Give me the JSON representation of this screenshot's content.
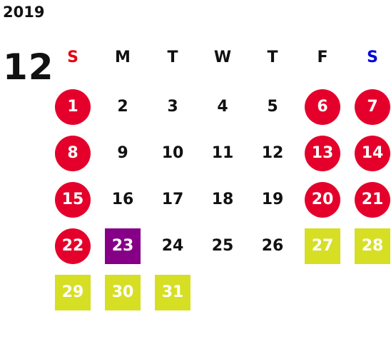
{
  "calendar": {
    "year": "2019",
    "month": "12",
    "weekdays": [
      {
        "label": "S",
        "color": "#e60012"
      },
      {
        "label": "M",
        "color": "#111111"
      },
      {
        "label": "T",
        "color": "#111111"
      },
      {
        "label": "W",
        "color": "#111111"
      },
      {
        "label": "T",
        "color": "#111111"
      },
      {
        "label": "F",
        "color": "#111111"
      },
      {
        "label": "S",
        "color": "#0000dd"
      }
    ],
    "colors": {
      "holiday": "#e4002b",
      "selected": "#860087",
      "highlight": "#d6df23"
    },
    "days": [
      {
        "day": "1",
        "style": "holiday"
      },
      {
        "day": "2",
        "style": "normal"
      },
      {
        "day": "3",
        "style": "normal"
      },
      {
        "day": "4",
        "style": "normal"
      },
      {
        "day": "5",
        "style": "normal"
      },
      {
        "day": "6",
        "style": "holiday"
      },
      {
        "day": "7",
        "style": "holiday"
      },
      {
        "day": "8",
        "style": "holiday"
      },
      {
        "day": "9",
        "style": "normal"
      },
      {
        "day": "10",
        "style": "normal"
      },
      {
        "day": "11",
        "style": "normal"
      },
      {
        "day": "12",
        "style": "normal"
      },
      {
        "day": "13",
        "style": "holiday"
      },
      {
        "day": "14",
        "style": "holiday"
      },
      {
        "day": "15",
        "style": "holiday"
      },
      {
        "day": "16",
        "style": "normal"
      },
      {
        "day": "17",
        "style": "normal"
      },
      {
        "day": "18",
        "style": "normal"
      },
      {
        "day": "19",
        "style": "normal"
      },
      {
        "day": "20",
        "style": "holiday"
      },
      {
        "day": "21",
        "style": "holiday"
      },
      {
        "day": "22",
        "style": "holiday"
      },
      {
        "day": "23",
        "style": "selected"
      },
      {
        "day": "24",
        "style": "normal"
      },
      {
        "day": "25",
        "style": "normal"
      },
      {
        "day": "26",
        "style": "normal"
      },
      {
        "day": "27",
        "style": "highlight"
      },
      {
        "day": "28",
        "style": "highlight"
      },
      {
        "day": "29",
        "style": "highlight"
      },
      {
        "day": "30",
        "style": "highlight"
      },
      {
        "day": "31",
        "style": "highlight"
      }
    ]
  }
}
